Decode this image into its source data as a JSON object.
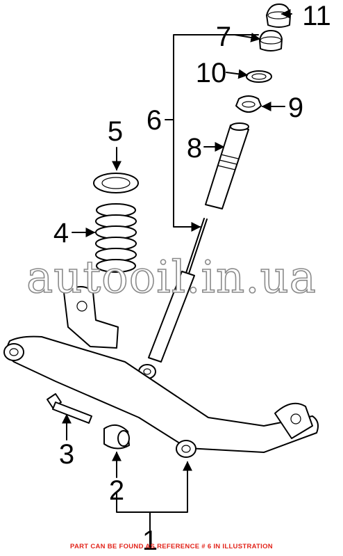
{
  "diagram": {
    "callouts": [
      {
        "id": "1",
        "label": "1"
      },
      {
        "id": "2",
        "label": "2"
      },
      {
        "id": "3",
        "label": "3"
      },
      {
        "id": "4",
        "label": "4"
      },
      {
        "id": "5",
        "label": "5"
      },
      {
        "id": "6",
        "label": "6"
      },
      {
        "id": "7",
        "label": "7"
      },
      {
        "id": "8",
        "label": "8"
      },
      {
        "id": "9",
        "label": "9"
      },
      {
        "id": "10",
        "label": "10"
      },
      {
        "id": "11",
        "label": "11"
      }
    ],
    "watermark": "autooil.in.ua",
    "footer_note": "PART CAN BE FOUND AS REFERENCE # 6 IN ILLUSTRATION",
    "colors": {
      "ink": "#000000",
      "footer_note": "#e2231a",
      "watermark_outline": "#8a8a8a"
    }
  }
}
